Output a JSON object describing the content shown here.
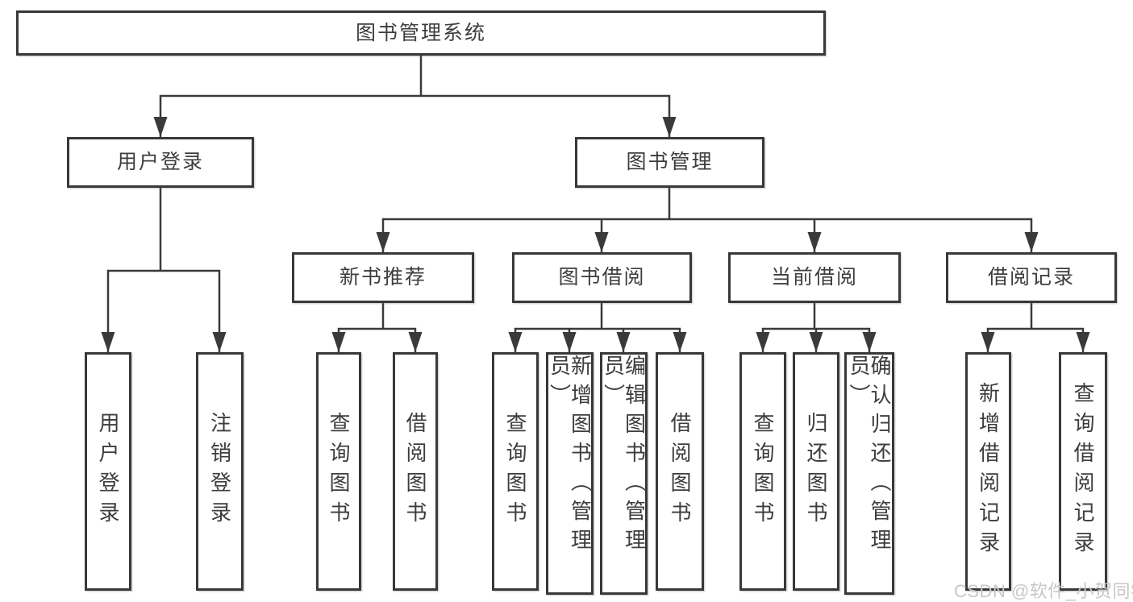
{
  "diagram": {
    "root": {
      "label": "图书管理系统"
    },
    "user_branch": {
      "label": "用户登录",
      "leaves": [
        {
          "label": "用户登录"
        },
        {
          "label": "注销登录"
        }
      ]
    },
    "book_branch": {
      "label": "图书管理",
      "groups": [
        {
          "label": "新书推荐",
          "leaves": [
            {
              "label": "查询图书"
            },
            {
              "label": "借阅图书"
            }
          ]
        },
        {
          "label": "图书借阅",
          "leaves": [
            {
              "label": "查询图书"
            },
            {
              "label": "新增图书（管理员）"
            },
            {
              "label": "编辑图书（管理员）"
            },
            {
              "label": "借阅图书"
            }
          ]
        },
        {
          "label": "当前借阅",
          "leaves": [
            {
              "label": "查询图书"
            },
            {
              "label": "归还图书"
            },
            {
              "label": "确认归还（管理员）"
            }
          ]
        },
        {
          "label": "借阅记录",
          "leaves": [
            {
              "label": "新增借阅记录"
            },
            {
              "label": "查询借阅记录"
            }
          ]
        }
      ]
    }
  },
  "watermark": {
    "text": "CSDN @软件_小贺同学"
  },
  "colors": {
    "background": "#ffffff",
    "line": "#3a3a3a",
    "box_border": "#383838",
    "text": "#3d3d3d",
    "watermark": "#c7c7c7"
  }
}
